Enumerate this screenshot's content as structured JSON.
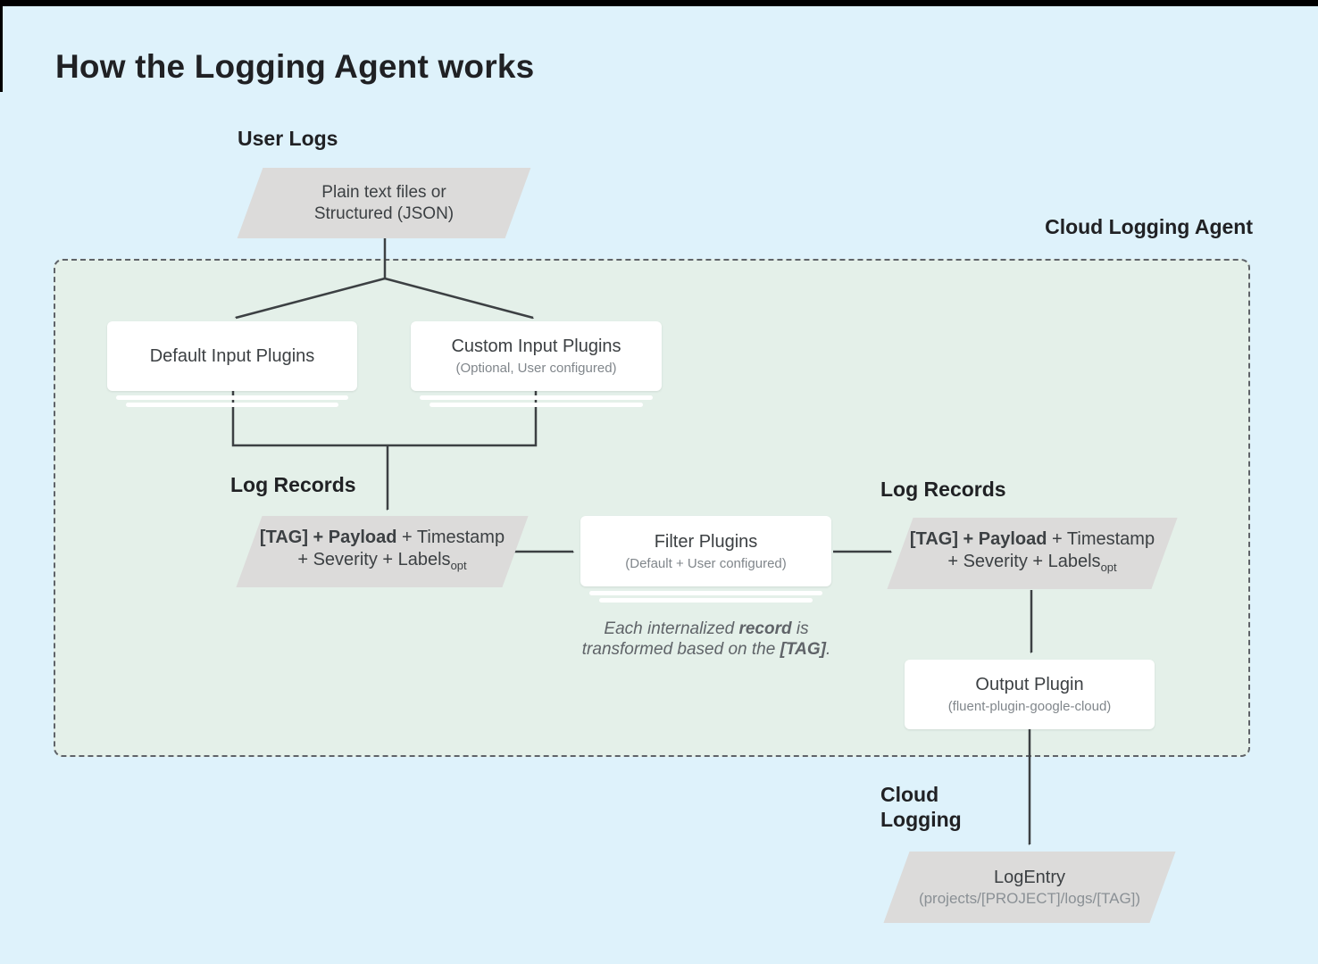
{
  "page": {
    "title": "How the Logging Agent works"
  },
  "colors": {
    "background": "#def2fb",
    "top_bar": "#000000",
    "agent_container_fill": "#e4f0e9",
    "agent_container_border": "#5f6368",
    "parallelogram_fill": "#dcdbda",
    "node_fill": "#ffffff",
    "arrow": "#3c4043",
    "text_dark": "#202124",
    "text_body": "#3c4043",
    "text_muted": "#80868b"
  },
  "labels": {
    "user_logs": "User Logs",
    "cloud_logging_agent": "Cloud Logging Agent",
    "log_records_left": "Log Records",
    "log_records_right": "Log Records",
    "cloud_logging_line1": "Cloud",
    "cloud_logging_line2": "Logging"
  },
  "nodes": {
    "user_input": {
      "line1": "Plain text files or",
      "line2": "Structured (JSON)"
    },
    "default_input": {
      "title": "Default Input Plugins"
    },
    "custom_input": {
      "title": "Custom Input Plugins",
      "subtitle": "(Optional, User configured)"
    },
    "log_record_left": {
      "bold": "[TAG] + Payload",
      "rest": " + Timestamp",
      "line2": "+ Severity + Labels",
      "subscript": "opt"
    },
    "filter": {
      "title": "Filter Plugins",
      "subtitle": "(Default + User configured)"
    },
    "note": {
      "pre": "Each internalized ",
      "bold1": "record",
      "mid": " is",
      "line2_pre": "transformed based on the ",
      "bold2": "[TAG]",
      "post": "."
    },
    "log_record_right": {
      "bold": "[TAG] + Payload",
      "rest": " + Timestamp",
      "line2": "+ Severity + Labels",
      "subscript": "opt"
    },
    "output": {
      "title": "Output Plugin",
      "subtitle": "(fluent-plugin-google-cloud)"
    },
    "log_entry": {
      "title": "LogEntry",
      "subtitle": "(projects/[PROJECT]/logs/[TAG])"
    }
  }
}
